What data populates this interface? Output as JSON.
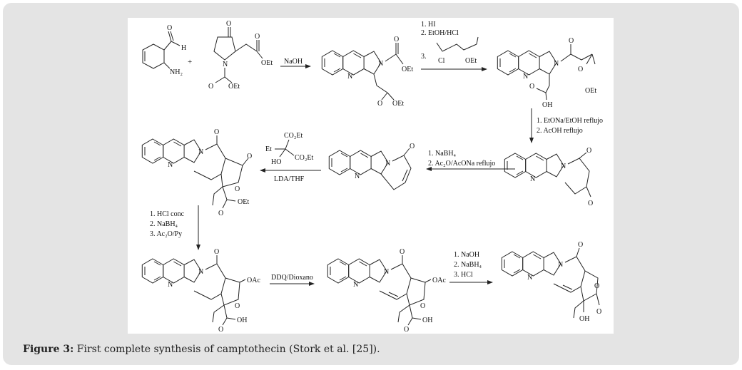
{
  "figure": {
    "caption_label": "Figure 3:",
    "caption_text": " First complete synthesis of camptothecin (Stork et al. [25])."
  },
  "reagents": {
    "step1": "NaOH",
    "step2_1": "1. HI",
    "step2_2": "2. EtOH/HCl",
    "step2_3": "3.",
    "step2_cl": "Cl",
    "step2_oet": "OEt",
    "step3_1": "1. EtONa/EtOH reflujo",
    "step3_2": "2. AcOH reflujo",
    "step4_1": "1. NaBH₄",
    "step4_2": "2. Ac₂O/AcONa reflujo",
    "step5_co2et1": "CO₂Et",
    "step5_et": "Et",
    "step5_ho": "HO",
    "step5_co2et2": "CO₂Et",
    "step5_below": "LDA/THF",
    "step6_1": "1. HCl conc",
    "step6_2": "2. NaBH₄",
    "step6_3": "3. Ac₂O/Py",
    "step7": "DDQ/Dioxano",
    "step8_1": "1. NaOH",
    "step8_2": "2. NaBH₄",
    "step8_3": "3. HCl"
  },
  "atoms": {
    "O": "O",
    "N": "N",
    "H": "H",
    "NH2": "NH₂",
    "OEt": "OEt",
    "OH": "OH",
    "OAc": "OAc",
    "plus": "+"
  }
}
